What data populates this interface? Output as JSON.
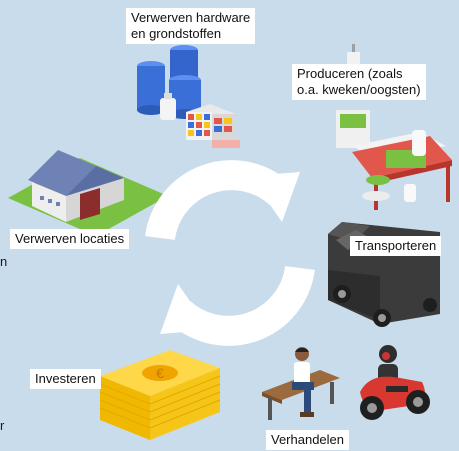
{
  "labels": {
    "hardware": [
      "Verwerven hardware",
      "en grondstoffen"
    ],
    "produce": [
      "Produceren (zoals",
      "o.a. kweken/oogsten)"
    ],
    "locations": "Verwerven locaties",
    "transport": "Transporteren",
    "invest": "Investeren",
    "trade": "Verhandelen"
  },
  "edge_fragments": [
    "n",
    "r"
  ],
  "colors": {
    "background": "#c9dcec",
    "cycle_arrows": "#ffffff",
    "label_bg": "#ffffff",
    "barrel": "#3a6fd8",
    "table": "#e2574c",
    "van": "#3b3b3b",
    "money": "#f5c518",
    "grass": "#7ac143"
  },
  "icons": [
    "barrels-icon",
    "crates-icon",
    "grow-table-icon",
    "warehouse-icon",
    "van-icon",
    "money-stack-icon",
    "euro-icon",
    "bench-person-icon",
    "scooter-rider-icon",
    "cycle-arrows-icon"
  ]
}
